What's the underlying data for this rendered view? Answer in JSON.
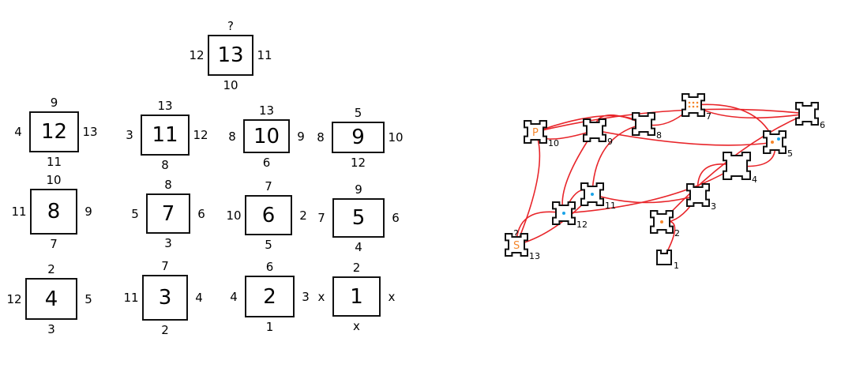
{
  "tiles": {
    "t13": {
      "id": "13",
      "top": "?",
      "left": "12",
      "right": "11",
      "bottom": "10"
    },
    "t12": {
      "id": "12",
      "top": "9",
      "left": "4",
      "right": "13",
      "bottom": "11"
    },
    "t11": {
      "id": "11",
      "top": "13",
      "left": "3",
      "right": "12",
      "bottom": "8"
    },
    "t10": {
      "id": "10",
      "top": "13",
      "left": "8",
      "right": "9",
      "bottom": "6"
    },
    "t9": {
      "id": "9",
      "top": "5",
      "left": "8",
      "right": "10",
      "bottom": "12"
    },
    "t8": {
      "id": "8",
      "top": "10",
      "left": "11",
      "right": "9",
      "bottom": "7"
    },
    "t7": {
      "id": "7",
      "top": "8",
      "left": "5",
      "right": "6",
      "bottom": "3"
    },
    "t6": {
      "id": "6",
      "top": "7",
      "left": "10",
      "right": "2",
      "bottom": "5"
    },
    "t5": {
      "id": "5",
      "top": "9",
      "left": "7",
      "right": "6",
      "bottom": "4"
    },
    "t4": {
      "id": "4",
      "top": "2",
      "left": "12",
      "right": "5",
      "bottom": "3"
    },
    "t3": {
      "id": "3",
      "top": "7",
      "left": "11",
      "right": "4",
      "bottom": "2"
    },
    "t2": {
      "id": "2",
      "top": "6",
      "left": "4",
      "right": "3",
      "bottom": "1"
    },
    "t1": {
      "id": "1",
      "top": "2",
      "left": "x",
      "right": "x",
      "bottom": "x"
    }
  },
  "map": {
    "nodes": [
      "1",
      "2",
      "3",
      "4",
      "5",
      "6",
      "7",
      "8",
      "9",
      "10",
      "11",
      "12",
      "13"
    ],
    "markers": {
      "10": "P",
      "13": "S",
      "13_extra": "?"
    },
    "edges": [
      [
        "13",
        "12"
      ],
      [
        "13",
        "11"
      ],
      [
        "13",
        "10"
      ],
      [
        "12",
        "9"
      ],
      [
        "12",
        "11"
      ],
      [
        "12",
        "4"
      ],
      [
        "11",
        "8"
      ],
      [
        "11",
        "3"
      ],
      [
        "10",
        "8"
      ],
      [
        "10",
        "9"
      ],
      [
        "10",
        "6"
      ],
      [
        "9",
        "5"
      ],
      [
        "9",
        "8"
      ],
      [
        "8",
        "7"
      ],
      [
        "7",
        "5"
      ],
      [
        "7",
        "6"
      ],
      [
        "6",
        "2"
      ],
      [
        "5",
        "4"
      ],
      [
        "4",
        "3"
      ],
      [
        "3",
        "2"
      ],
      [
        "2",
        "1"
      ]
    ],
    "edge_color": "#e8252a",
    "marker_color": "#f5862b",
    "dot_color": "#1aa3e8"
  }
}
